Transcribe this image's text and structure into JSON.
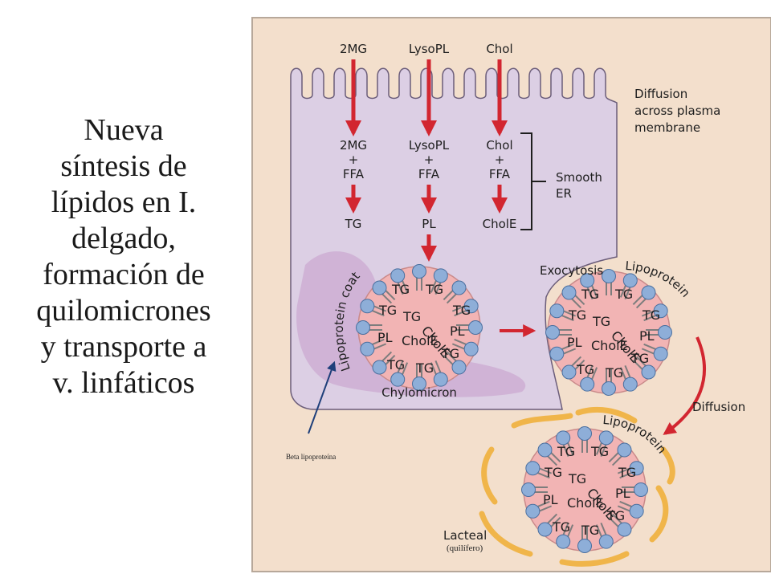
{
  "title_lines": [
    "Nueva",
    "síntesis de",
    "lípidos en I.",
    "delgado,",
    "formación de",
    "quilomicrones",
    "y transporte a",
    "v. linfáticos"
  ],
  "diagram": {
    "inputs": [
      "2MG",
      "LysoPL",
      "Chol"
    ],
    "diffusion_note": [
      "Diffusion",
      "across plasma",
      "membrane"
    ],
    "column1": [
      "2MG",
      "+",
      "FFA",
      "TG"
    ],
    "column2": [
      "LysoPL",
      "+",
      "FFA",
      "PL"
    ],
    "column3": [
      "Chol",
      "+",
      "FFA",
      "CholE"
    ],
    "smooth_er": [
      "Smooth",
      "ER"
    ],
    "lipoprotein_coat": "Lipoprotein coat",
    "chylomicron": "Chylomicron",
    "exocytosis": "Exocytosis",
    "lipoprotein": "Lipoprotein",
    "diffusion": "Diffusion",
    "lacteal": "Lacteal",
    "quilifero": "(quilífero)",
    "beta_note": "Beta lipoproteína",
    "particle_labels": {
      "tg": "TG",
      "pl": "PL",
      "chole": "CholE"
    }
  },
  "colors": {
    "background": "#f3dfcc",
    "cell": "#dccfe4",
    "arrow": "#d22630",
    "particle": "#f2b4b4",
    "phospholipid_head": "#8eaed8",
    "lacteal": "#f0b54a"
  }
}
